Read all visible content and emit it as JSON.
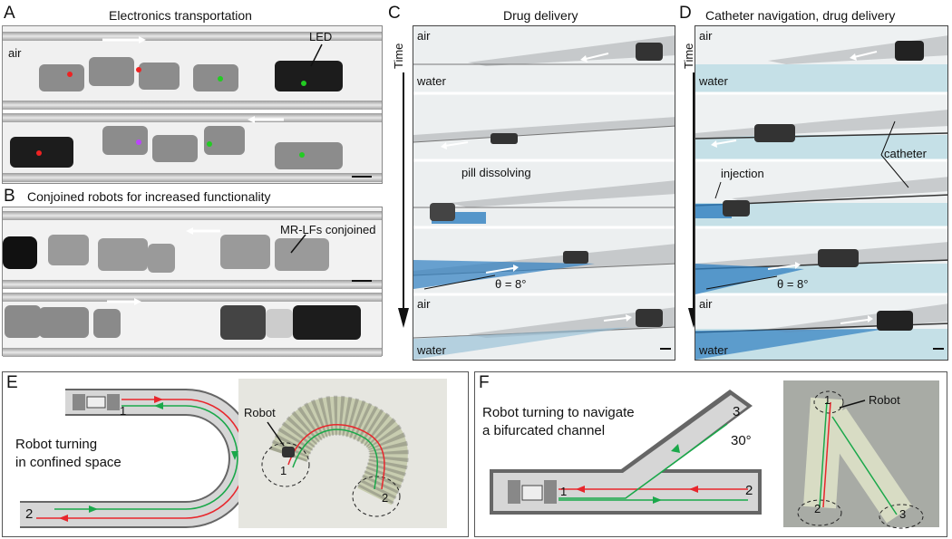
{
  "panels": {
    "A": {
      "letter": "A",
      "title": "Electronics transportation",
      "air": "air",
      "led": "LED"
    },
    "B": {
      "letter": "B",
      "title": "Conjoined robots for increased functionality",
      "conjoined": "MR-LFs conjoined"
    },
    "C": {
      "letter": "C",
      "title": "Drug delivery",
      "time": "Time",
      "air_top": "air",
      "water_top": "water",
      "pill": "pill dissolving",
      "theta": "θ = 8°",
      "air_bottom": "air",
      "water_bottom": "water"
    },
    "D": {
      "letter": "D",
      "title": "Catheter navigation, drug delivery",
      "time": "Time",
      "air_top": "air",
      "water_top": "water",
      "catheter": "catheter",
      "injection": "injection",
      "theta": "θ = 8°",
      "air_bottom": "air",
      "water_bottom": "water"
    },
    "E": {
      "letter": "E",
      "caption_line1": "Robot turning",
      "caption_line2": "in confined space",
      "n1": "1",
      "n2": "2",
      "robot": "Robot",
      "p1": "1",
      "p2": "2"
    },
    "F": {
      "letter": "F",
      "caption_line1": "Robot turning to navigate",
      "caption_line2": "a bifurcated channel",
      "n1": "1",
      "n2": "2",
      "n3": "3",
      "angle": "30°",
      "robot": "Robot",
      "p1": "1",
      "p2": "2",
      "p3": "3"
    }
  },
  "colors": {
    "red_path": "#e8262c",
    "green_path": "#1aa84a",
    "channel": "#d6d6d6",
    "water_blue": "#b9dbe3",
    "dye_blue": "#2f7fc0"
  }
}
